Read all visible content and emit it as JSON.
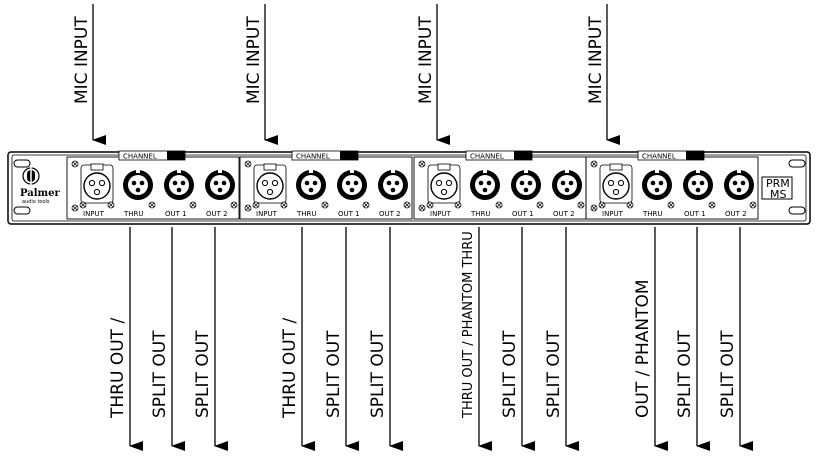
{
  "panel": {
    "brand": "Palmer",
    "brand_sub": "audio tools",
    "model_line1": "PRM",
    "model_line2": "MS"
  },
  "channels": [
    {
      "label": "CHANNEL",
      "input_label": "MIC INPUT",
      "jack_labels": [
        "INPUT",
        "THRU",
        "OUT 1",
        "OUT 2"
      ],
      "outputs": [
        "THRU OUT /",
        "SPLIT OUT",
        "SPLIT OUT"
      ]
    },
    {
      "label": "CHANNEL",
      "input_label": "MIC INPUT",
      "jack_labels": [
        "INPUT",
        "THRU",
        "OUT 1",
        "OUT 2"
      ],
      "outputs": [
        "THRU OUT /",
        "SPLIT OUT",
        "SPLIT OUT"
      ]
    },
    {
      "label": "CHANNEL",
      "input_label": "MIC INPUT",
      "jack_labels": [
        "INPUT",
        "THRU",
        "OUT 1",
        "OUT 2"
      ],
      "outputs": [
        "THRU OUT / PHANTOM THRU",
        "SPLIT OUT",
        "SPLIT OUT"
      ]
    },
    {
      "label": "CHANNEL",
      "input_label": "MIC INPUT",
      "jack_labels": [
        "INPUT",
        "THRU",
        "OUT 1",
        "OUT 2"
      ],
      "outputs": [
        "OUT / PHANTOM",
        "SPLIT OUT",
        "SPLIT OUT"
      ]
    }
  ]
}
